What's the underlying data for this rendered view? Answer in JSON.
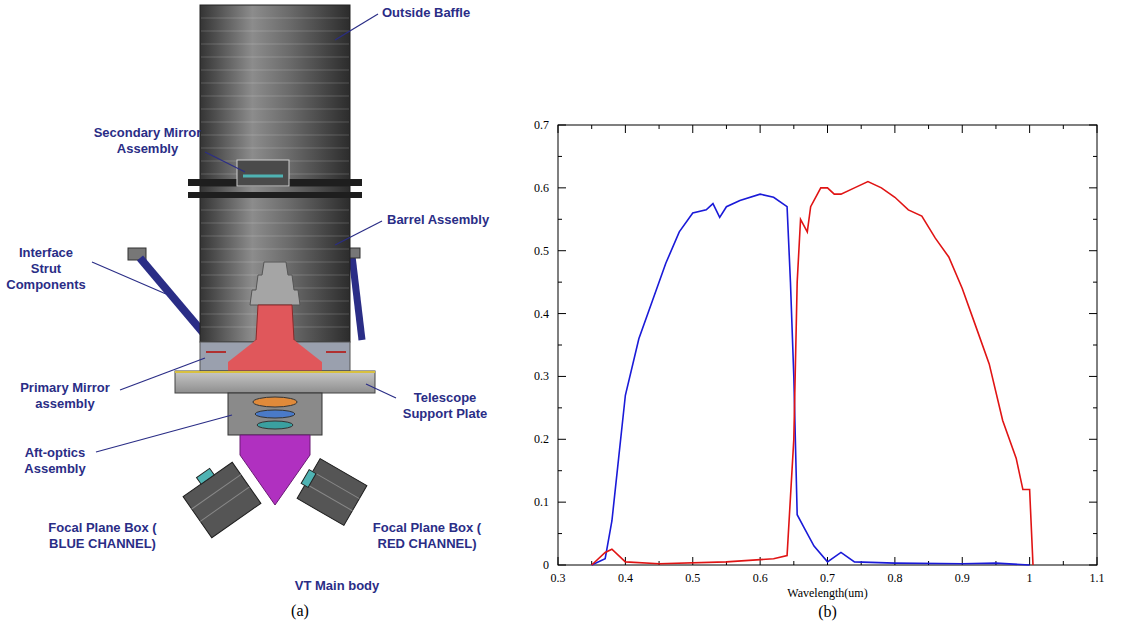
{
  "diagram": {
    "labels": [
      "Outside Baffle",
      "Secondary Mirror Assembly",
      "Barrel Assembly",
      "Interface Strut Components",
      "Primary Mirror assembly",
      "Telescope Support Plate",
      "Aft-optics Assembly",
      "Focal Plane Box ( BLUE CHANNEL)",
      "Focal Plane Box ( RED CHANNEL)",
      "VT Main body",
      "(a)",
      "0",
      "0.1",
      "0.2",
      "0.3",
      "0.4",
      "0.5",
      "0.6",
      "0.7",
      "0.3",
      "0.4",
      "0.5",
      "0.6",
      "0.7",
      "0.8",
      "0.9",
      "1",
      "1.1",
      "Wavelength(um)",
      "(b)"
    ]
  }
}
